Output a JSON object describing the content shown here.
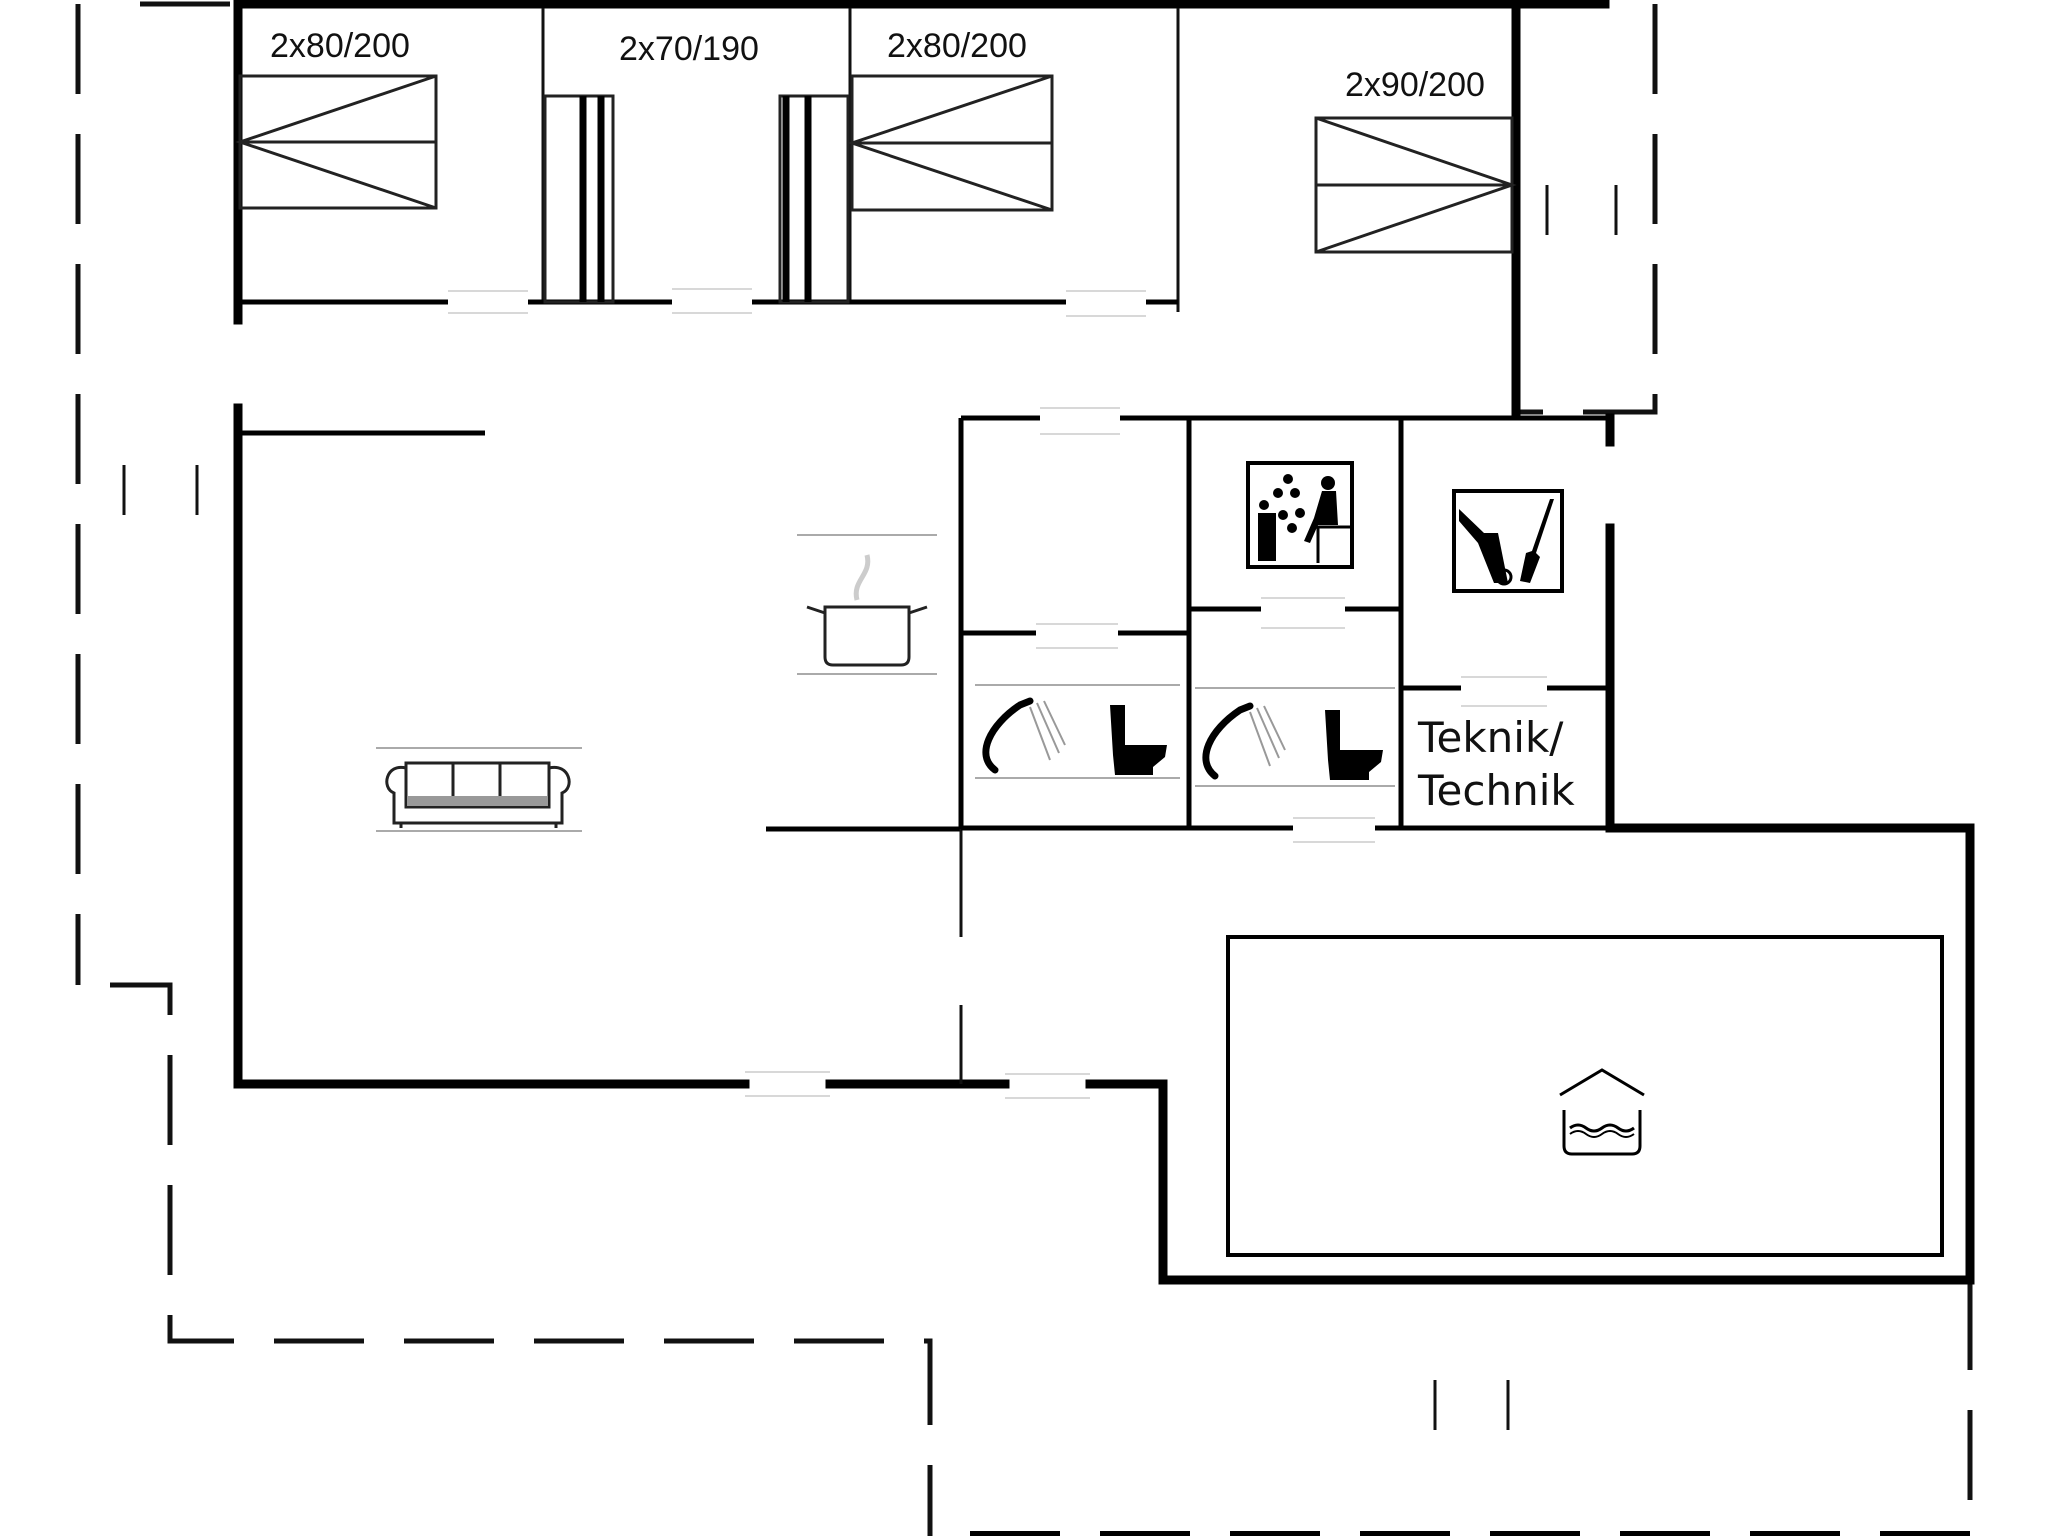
{
  "plan": {
    "type": "floor-plan",
    "bedrooms": [
      {
        "id": "bedroom-1",
        "bed_label": "2x80/200"
      },
      {
        "id": "bedroom-2",
        "bed_label": "2x70/190"
      },
      {
        "id": "bedroom-3",
        "bed_label": "2x80/200"
      },
      {
        "id": "bedroom-4",
        "bed_label": "2x90/200"
      }
    ],
    "rooms": {
      "technical_room": {
        "label_line1": "Teknik/",
        "label_line2": "Technik"
      }
    },
    "icons": [
      {
        "name": "sofa-icon",
        "room": "living-room"
      },
      {
        "name": "cooking-pot-icon",
        "room": "kitchen"
      },
      {
        "name": "sauna-icon",
        "room": "sauna"
      },
      {
        "name": "utility-room-icon",
        "room": "utility"
      },
      {
        "name": "shower-icon",
        "room": "bathroom-1"
      },
      {
        "name": "toilet-icon",
        "room": "bathroom-1"
      },
      {
        "name": "shower-icon",
        "room": "bathroom-2"
      },
      {
        "name": "toilet-icon",
        "room": "bathroom-2"
      },
      {
        "name": "indoor-pool-icon",
        "room": "pool-room"
      }
    ],
    "colors": {
      "line": "#000000",
      "background": "#ffffff",
      "door_gap": "#d8d8d8"
    }
  }
}
